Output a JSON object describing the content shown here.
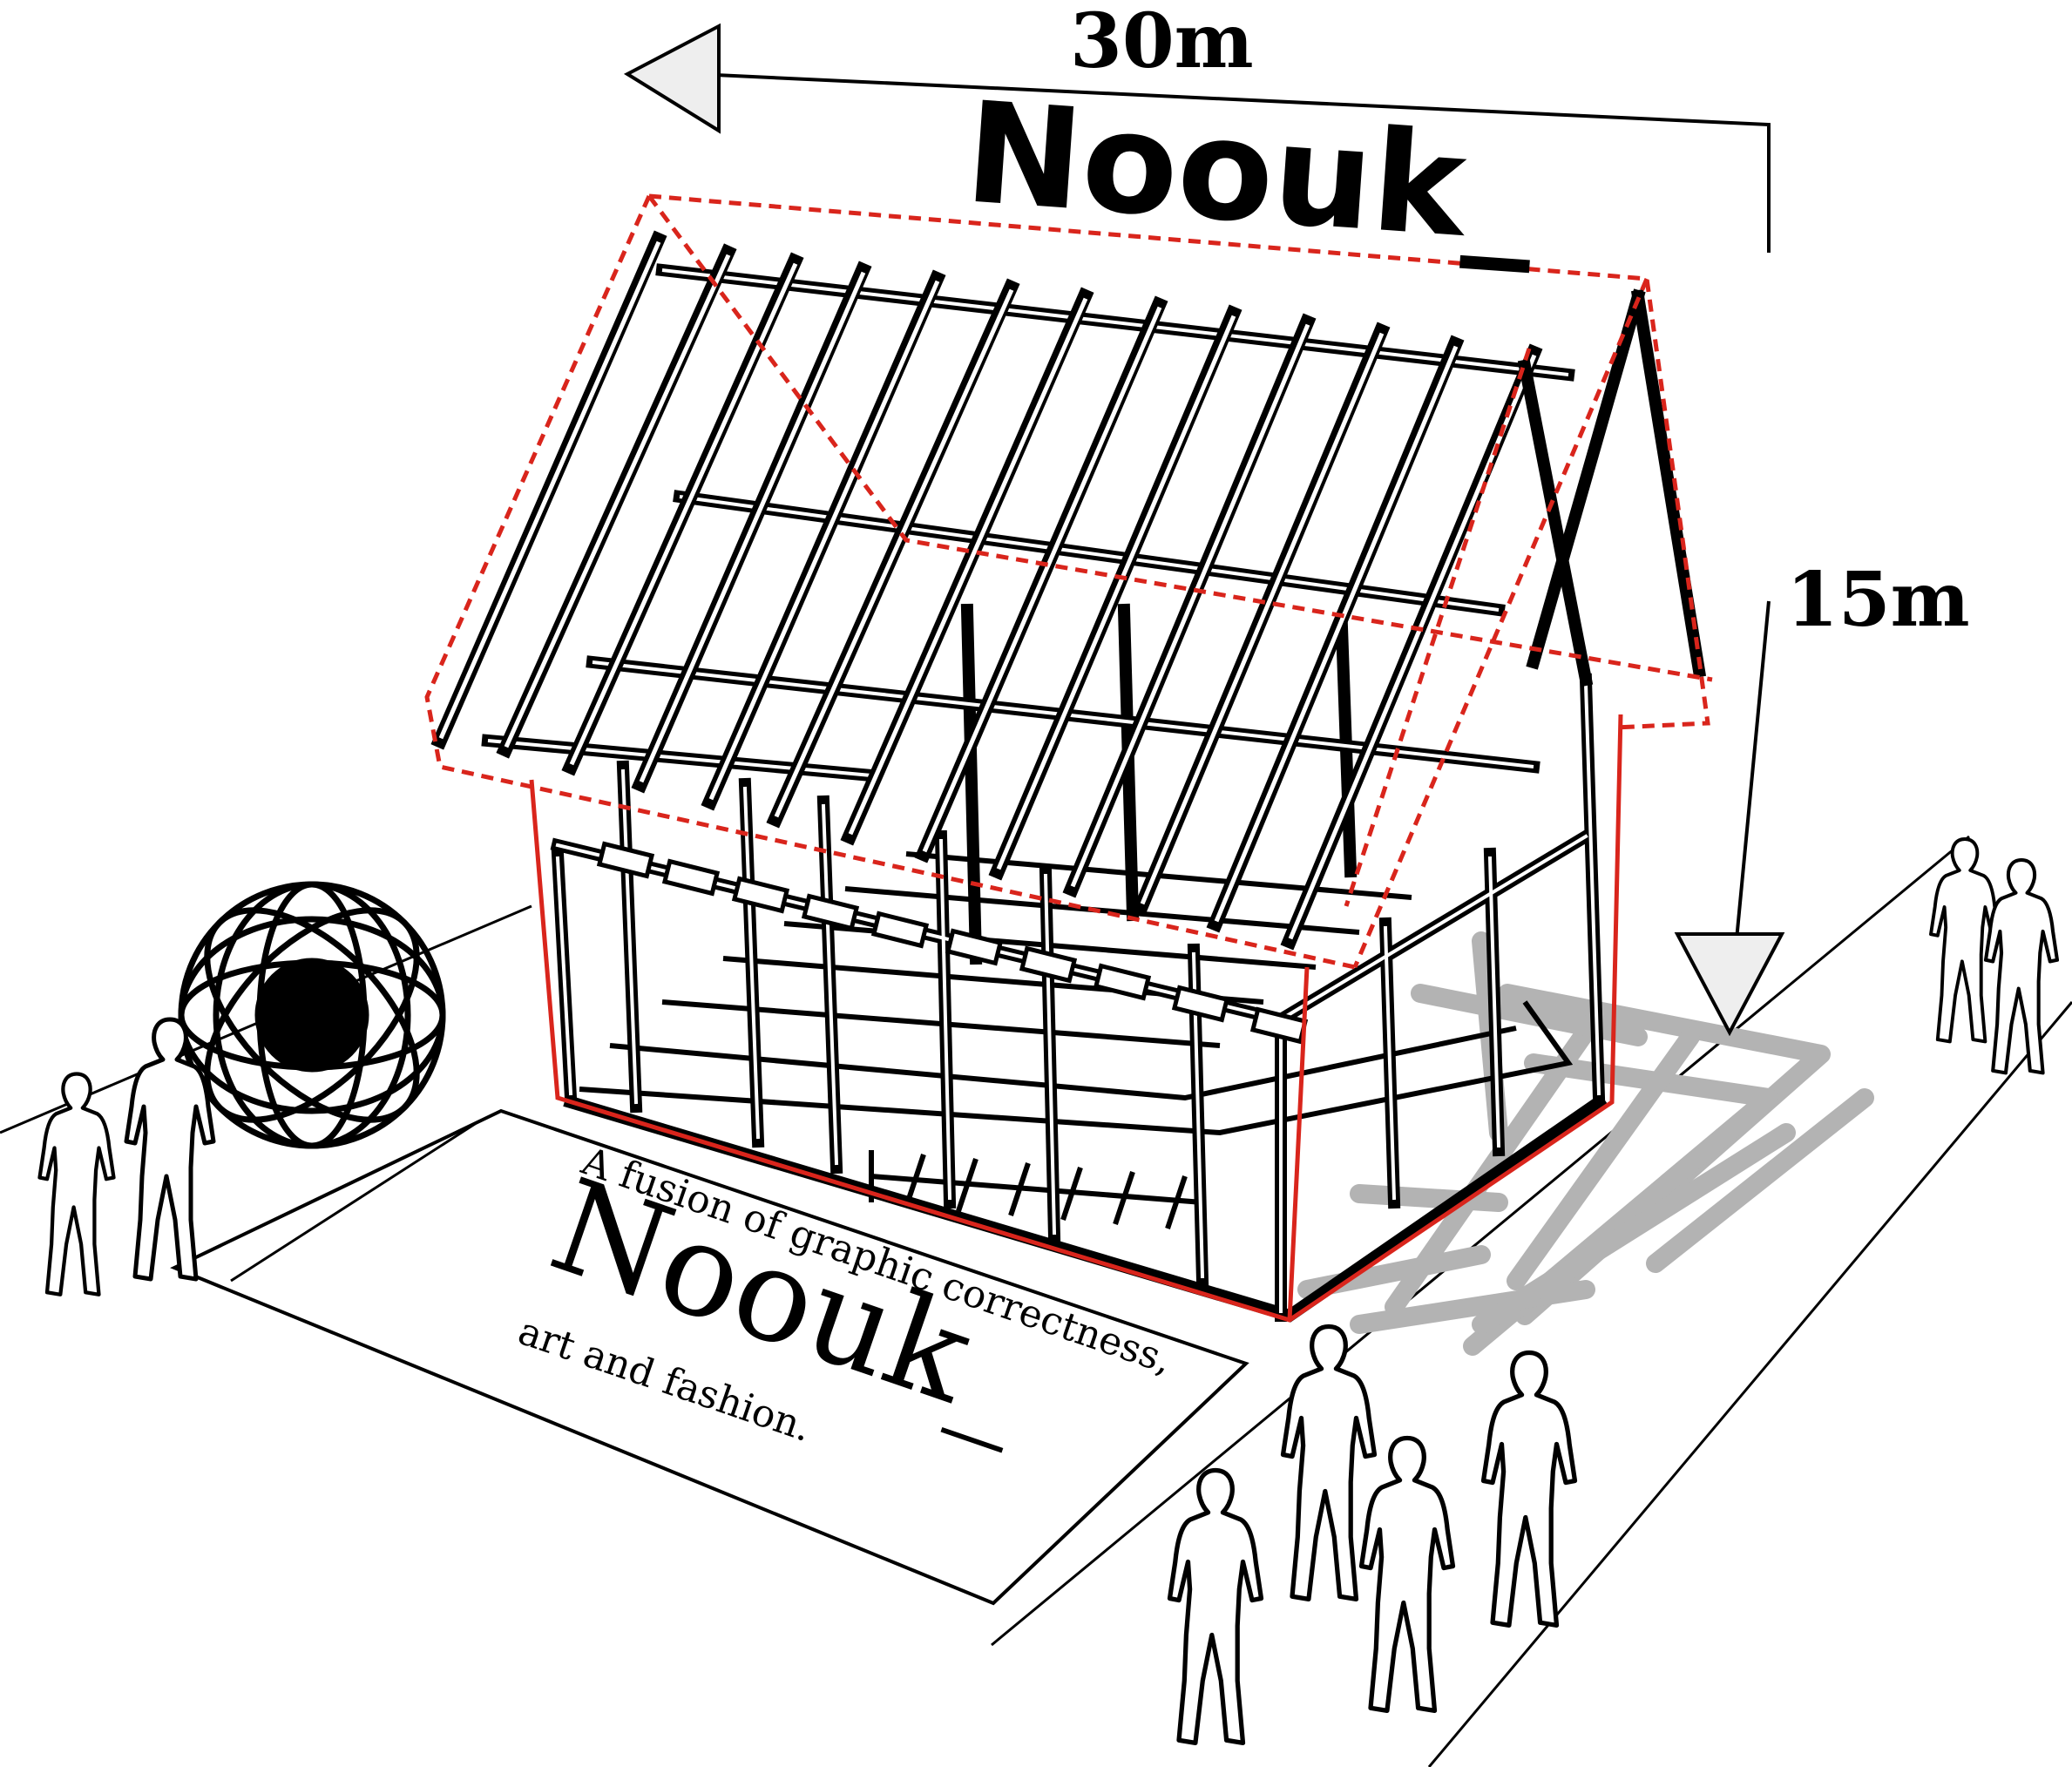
{
  "dimensions": {
    "width_label": "30m",
    "height_label": "15m"
  },
  "brand": {
    "title": "Noouk_",
    "slab_brand": "Noouk_",
    "tagline_line1": "A fusion of graphic correctness,",
    "tagline_line2": "art and fashion."
  },
  "colors": {
    "ink": "#000000",
    "accent": "#d9251c",
    "shadow": "#b3b3b3",
    "arrow_fill": "#eeeeee",
    "background": "#ffffff"
  }
}
